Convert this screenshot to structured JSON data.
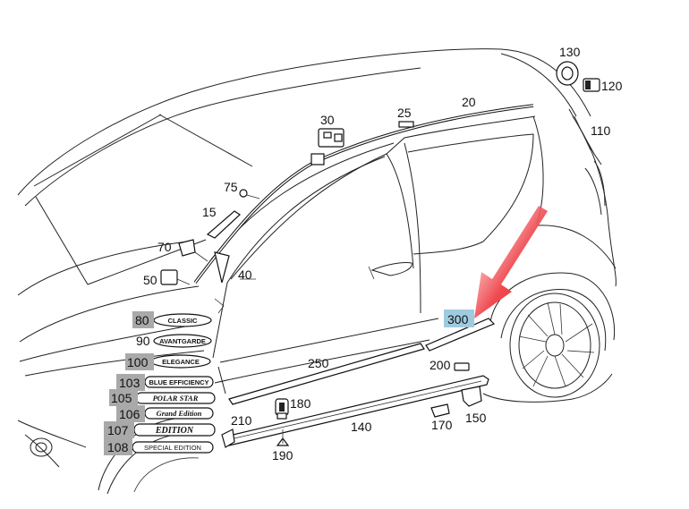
{
  "callouts": {
    "c130": "130",
    "c120": "120",
    "c110": "110",
    "c20": "20",
    "c25": "25",
    "c30": "30",
    "c75": "75",
    "c15": "15",
    "c70": "70",
    "c50": "50",
    "c40": "40",
    "c80": "80",
    "c90": "90",
    "c100": "100",
    "c103": "103",
    "c105": "105",
    "c106": "106",
    "c107": "107",
    "c108": "108",
    "c300": "300",
    "c250": "250",
    "c200": "200",
    "c180": "180",
    "c210": "210",
    "c140": "140",
    "c170": "170",
    "c150": "150",
    "c190": "190"
  },
  "emblems": {
    "classic": "CLASSIC",
    "avantgarde": "AVANTGARDE",
    "elegance": "ELEGANCE",
    "blue_efficiency": "BLUE EFFICIENCY",
    "polar_star": "POLAR STAR",
    "grand_edition": "Grand Edition",
    "edition": "EDITION",
    "special_edition": "SPECIAL EDITION"
  },
  "colors": {
    "highlight_grey": "#a9a9a9",
    "highlight_blue": "#9fcbe0",
    "arrow_red": "#e3232a"
  },
  "icons": {
    "arrow": "red-pointer-arrow"
  }
}
